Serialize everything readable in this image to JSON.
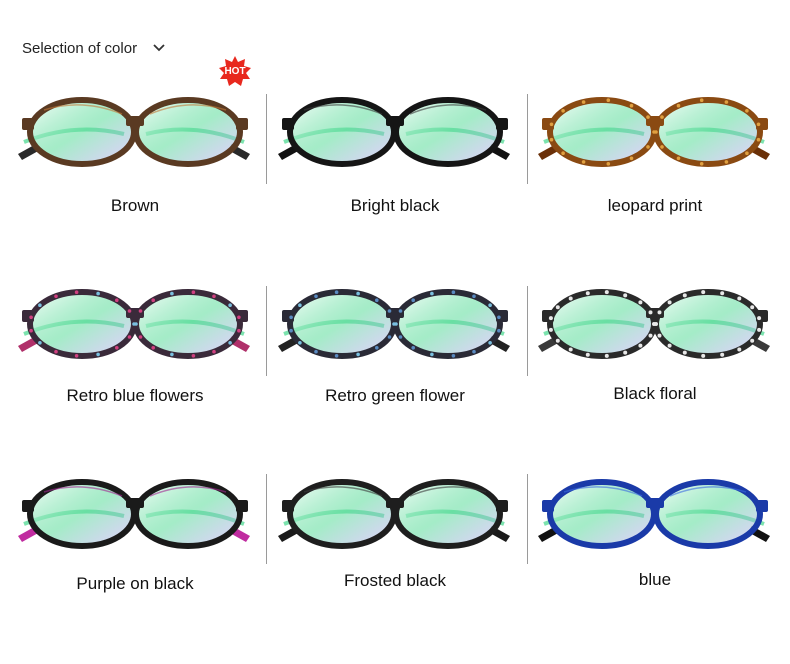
{
  "header": {
    "title": "Selection of color",
    "icon": "chevron-down-icon"
  },
  "badge": {
    "text": "HOT",
    "color": "#e8281e"
  },
  "products": [
    {
      "label": "Brown",
      "frame": "#5a3a22",
      "accent": "#c17a3a",
      "temple": "#2a2a2a",
      "pattern": "solid"
    },
    {
      "label": "Bright black",
      "frame": "#151515",
      "accent": "#3a3a3a",
      "temple": "#111111",
      "pattern": "solid"
    },
    {
      "label": "leopard print",
      "frame": "#8a4a12",
      "accent": "#e0a040",
      "temple": "#6a3008",
      "pattern": "spots"
    },
    {
      "label": "Retro blue flowers",
      "frame": "#3a2a3a",
      "accent": "#d04080",
      "temple": "#b0306a",
      "pattern": "flowers"
    },
    {
      "label": "Retro green flower",
      "frame": "#2a2a36",
      "accent": "#5a8ac0",
      "temple": "#222222",
      "pattern": "flowers"
    },
    {
      "label": "Black floral",
      "frame": "#2a2a2a",
      "accent": "#e8e8e8",
      "temple": "#3a3a3a",
      "pattern": "white-floral"
    },
    {
      "label": "Purple on black",
      "frame": "#1a1a1a",
      "accent": "#a02890",
      "temple": "#c02ca0",
      "pattern": "solid"
    },
    {
      "label": "Frosted black",
      "frame": "#1e1e1e",
      "accent": "#3a3a3a",
      "temple": "#1a1a1a",
      "pattern": "solid"
    },
    {
      "label": "blue",
      "frame": "#1a3aa8",
      "accent": "#3a6ae0",
      "temple": "#111111",
      "pattern": "solid"
    }
  ],
  "lens_tint": "#5adc9a"
}
